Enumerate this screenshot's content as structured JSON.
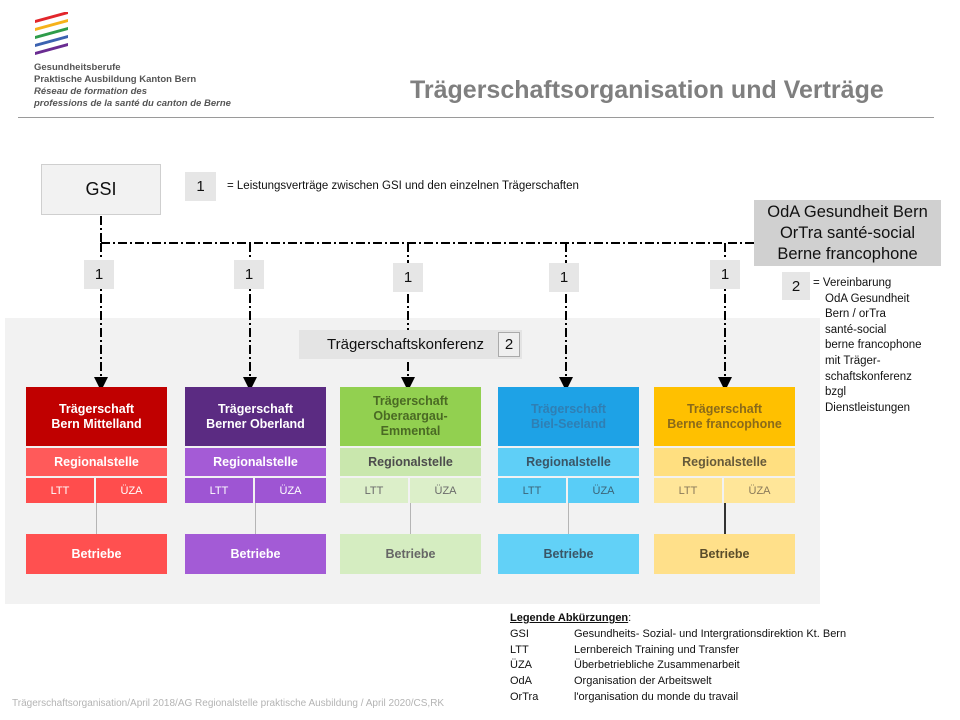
{
  "header": {
    "org_lines": [
      "Gesundheitsberufe",
      "Praktische Ausbildung Kanton Bern",
      "Réseau de formation des",
      "professions de la santé du canton de Berne"
    ],
    "title": "Trägerschaftsorganisation und Verträge",
    "logo_colors": [
      "#6a2c91",
      "#3b62b0",
      "#2e9c4a",
      "#f6b21a",
      "#e2262b"
    ]
  },
  "diagram": {
    "gsi_label": "GSI",
    "contract_number": "1",
    "contract_note": "= Leistungsverträge  zwischen GSI und den einzelnen Trägerschaften",
    "oda_lines": [
      "OdA Gesundheit Bern",
      "OrTra santé-social",
      "Berne francophone"
    ],
    "agreement_number": "2",
    "agreement_lines": [
      "= Vereinbarung",
      "OdA Gesundheit",
      "Bern / orTra",
      "santé-social",
      "berne francophone",
      "mit   Träger-",
      "schaftskonferenz",
      "bzgl",
      "Dienstleistungen"
    ],
    "konferenz_label": "Trägerschaftskonferenz",
    "konferenz_number": "2",
    "traegerschaften": [
      {
        "name_lines": [
          "Trägerschaft",
          "Bern Mittelland"
        ],
        "regional": "Regionalstelle",
        "ltt": "LTT",
        "uza": "ÜZA",
        "betriebe": "Betriebe",
        "contract_number": "1",
        "head_color": "#c00000",
        "head_text": "#ffffff",
        "reg_color": "#ff5a5a",
        "reg_text": "#ffffff",
        "sub_color": "#ff4d4d",
        "sub_text": "#ffffff",
        "bet_color": "#ff5050",
        "bet_text": "#ffffff"
      },
      {
        "name_lines": [
          "Trägerschaft",
          "Berner Oberland"
        ],
        "regional": "Regionalstelle",
        "ltt": "LTT",
        "uza": "ÜZA",
        "betriebe": "Betriebe",
        "contract_number": "1",
        "head_color": "#5b2b82",
        "head_text": "#ffffff",
        "reg_color": "#a45bd6",
        "reg_text": "#ffffff",
        "sub_color": "#9e55d3",
        "sub_text": "#ffffff",
        "bet_color": "#a35bd6",
        "bet_text": "#ffffff"
      },
      {
        "name_lines": [
          "Trägerschaft",
          "Oberaargau-",
          "Emmental"
        ],
        "regional": "Regionalstelle",
        "ltt": "LTT",
        "uza": "ÜZA",
        "betriebe": "Betriebe",
        "contract_number": "1",
        "head_color": "#92d050",
        "head_text": "#4a6a24",
        "reg_color": "#c9e7ad",
        "reg_text": "#4d4d4d",
        "sub_color": "#dcefc9",
        "sub_text": "#6a6a6a",
        "bet_color": "#d5edc1",
        "bet_text": "#666666"
      },
      {
        "name_lines": [
          "Trägerschaft",
          "Biel-Seeland"
        ],
        "regional": "Regionalstelle",
        "ltt": "LTT",
        "uza": "ÜZA",
        "betriebe": "Betriebe",
        "contract_number": "1",
        "head_color": "#1ea2e6",
        "head_text": "#2f7fb4",
        "reg_color": "#5fcff7",
        "reg_text": "#3a5566",
        "sub_color": "#59cdf7",
        "sub_text": "#3b6478",
        "bet_color": "#62d1f7",
        "bet_text": "#3a5566"
      },
      {
        "name_lines": [
          "Trägerschaft",
          "Berne francophone"
        ],
        "regional": "Regionalstelle",
        "ltt": "LTT",
        "uza": "ÜZA",
        "betriebe": "Betriebe",
        "contract_number": "1",
        "head_color": "#ffc000",
        "head_text": "#8a6a1a",
        "reg_color": "#ffdf80",
        "reg_text": "#665a3a",
        "sub_color": "#ffe699",
        "sub_text": "#8a7a5a",
        "bet_color": "#ffe08a",
        "bet_text": "#5a4d2a"
      }
    ]
  },
  "legend": {
    "title": "Legende Abkürzungen",
    "title_suffix": ":",
    "items": [
      {
        "abbr": "GSI",
        "text": "Gesundheits- Sozial- und Intergrationsdirektion Kt. Bern"
      },
      {
        "abbr": "LTT",
        "text": "Lernbereich Training und Transfer"
      },
      {
        "abbr": "ÜZA",
        "text": "Überbetriebliche Zusammenarbeit"
      },
      {
        "abbr": "OdA",
        "text": "Organisation der Arbeitswelt"
      },
      {
        "abbr": "OrTra",
        "text": "l'organisation du monde du travail"
      }
    ]
  },
  "footer": "Trägerschaftsorganisation/April 2018/AG Regionalstelle praktische Ausbildung / April 2020/CS,RK"
}
